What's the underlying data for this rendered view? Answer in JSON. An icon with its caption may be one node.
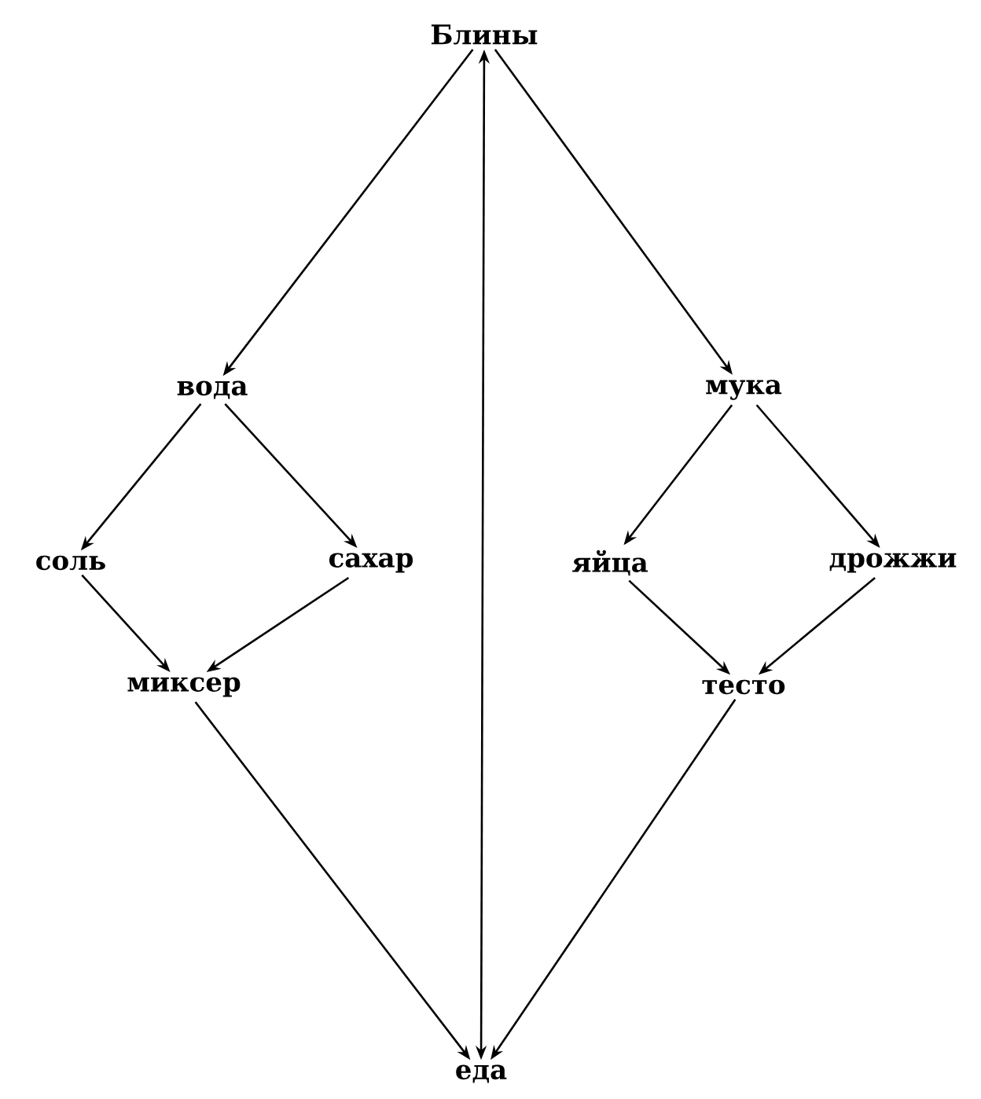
{
  "diagram": {
    "nodes": [
      {
        "text": [
          "Блины"
        ]
      },
      {
        "text": [
          "вода"
        ]
      },
      {
        "text": [
          "мука"
        ]
      },
      {
        "text": [
          "соль"
        ]
      },
      {
        "text": [
          "сахар"
        ]
      },
      {
        "text": [
          "яйца"
        ]
      },
      {
        "text": [
          "дрожжи"
        ]
      },
      {
        "text": [
          "миксер"
        ]
      },
      {
        "text": [
          "тесто"
        ]
      },
      {
        "text": [
          "еда"
        ]
      }
    ],
    "edges": [
      {
        "from": 0,
        "to": 1,
        "arrow": "to"
      },
      {
        "from": 0,
        "to": 2,
        "arrow": "to"
      },
      {
        "from": 0,
        "to": 9,
        "arrow": "both"
      },
      {
        "from": 1,
        "to": 3,
        "arrow": "to"
      },
      {
        "from": 1,
        "to": 4,
        "arrow": "to"
      },
      {
        "from": 2,
        "to": 5,
        "arrow": "to"
      },
      {
        "from": 2,
        "to": 6,
        "arrow": "to"
      },
      {
        "from": 3,
        "to": 7,
        "arrow": "to"
      },
      {
        "from": 4,
        "to": 7,
        "arrow": "to"
      },
      {
        "from": 5,
        "to": 8,
        "arrow": "to"
      },
      {
        "from": 6,
        "to": 8,
        "arrow": "to"
      },
      {
        "from": 7,
        "to": 9,
        "arrow": "to"
      },
      {
        "from": 8,
        "to": 9,
        "arrow": "to"
      }
    ]
  }
}
